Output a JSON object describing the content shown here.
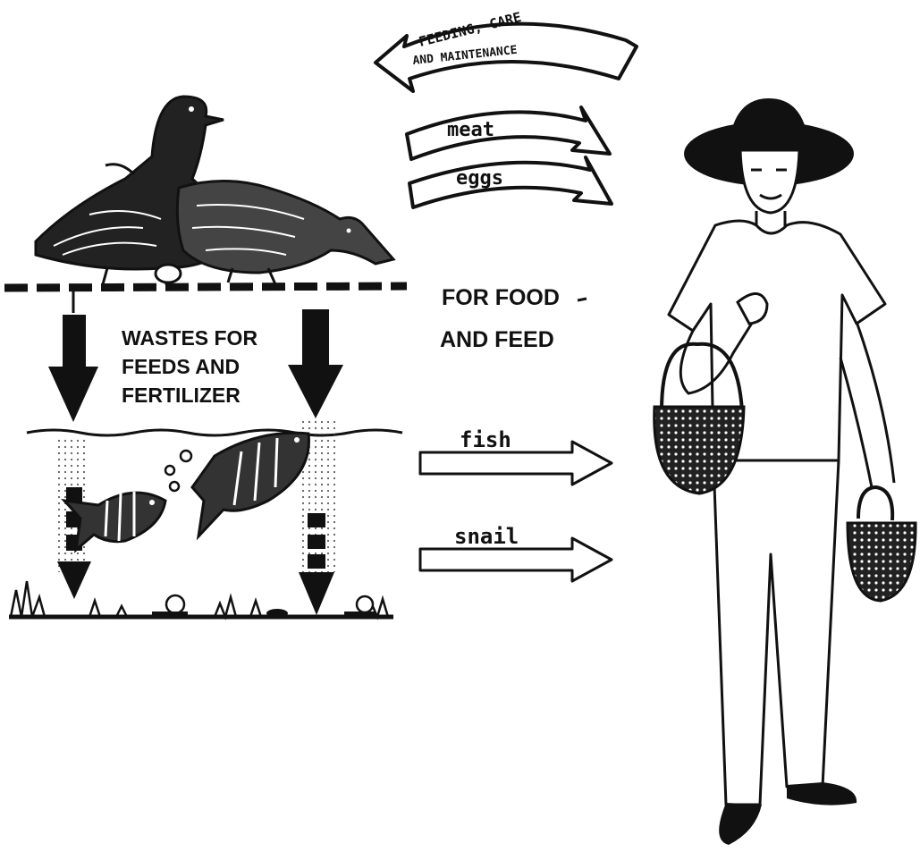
{
  "labels": {
    "feeding_line1": "FEEDING, CARE",
    "feeding_line2": "AND MAINTENANCE",
    "meat": "meat",
    "eggs": "eggs",
    "food_line1": "FOR FOOD",
    "food_line2": "AND FEED",
    "wastes_line1": "WASTES FOR",
    "wastes_line2": "FEEDS AND",
    "wastes_line3": "FERTILIZER",
    "fish": "fish",
    "snail": "snail"
  },
  "icons": {
    "ducks": "duck-icon",
    "egg": "egg-icon",
    "fish": "fish-icon",
    "snail": "snail-icon",
    "farmer": "farmer-icon",
    "basket": "basket-icon"
  },
  "colors": {
    "ink": "#111111",
    "paper": "#ffffff"
  }
}
